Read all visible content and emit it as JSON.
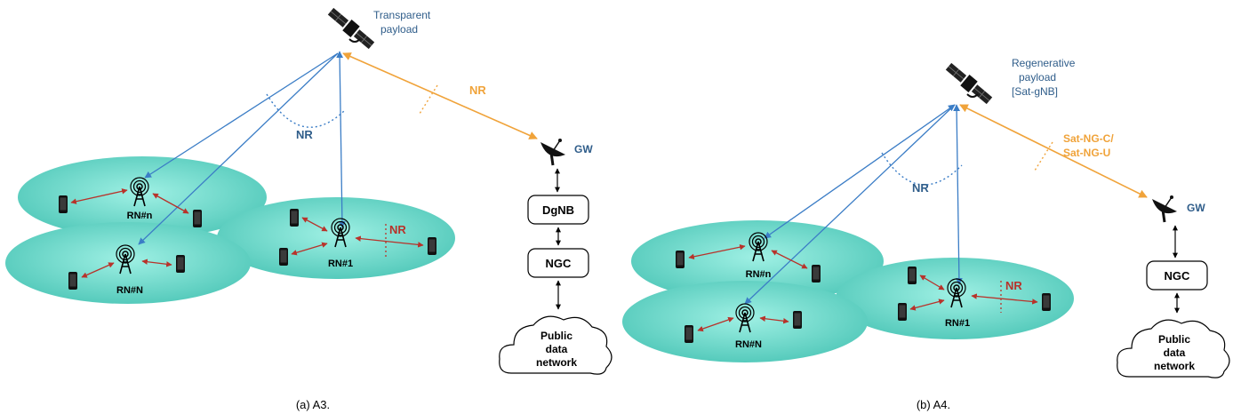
{
  "panel_a": {
    "caption": "(a) A3.",
    "payload_label_1": "Transparent",
    "payload_label_2": "payload",
    "feeder_label": "NR",
    "access_label": "NR",
    "gw_label": "GW",
    "box1": "DgNB",
    "box2": "NGC",
    "cloud_1": "Public",
    "cloud_2": "data",
    "cloud_3": "network",
    "rn_n": "RN#n",
    "rn_N": "RN#N",
    "rn_1": "RN#1",
    "local_nr": "NR"
  },
  "panel_b": {
    "caption": "(b) A4.",
    "payload_label_1": "Regenerative",
    "payload_label_2": "payload",
    "payload_label_3": "[Sat-gNB]",
    "feeder_label_1": "Sat-NG-C/",
    "feeder_label_2": "Sat-NG-U",
    "access_label": "NR",
    "gw_label": "GW",
    "box1": "NGC",
    "cloud_1": "Public",
    "cloud_2": "data",
    "cloud_3": "network",
    "rn_n": "RN#n",
    "rn_N": "RN#N",
    "rn_1": "RN#1",
    "local_nr": "NR"
  },
  "colors": {
    "cell_fill": "#5fd3c4",
    "access_link": "#3b7dc6",
    "feeder_link": "#f0a33a",
    "ue_link": "#b8322a",
    "label_blue": "#2f5d8a"
  }
}
